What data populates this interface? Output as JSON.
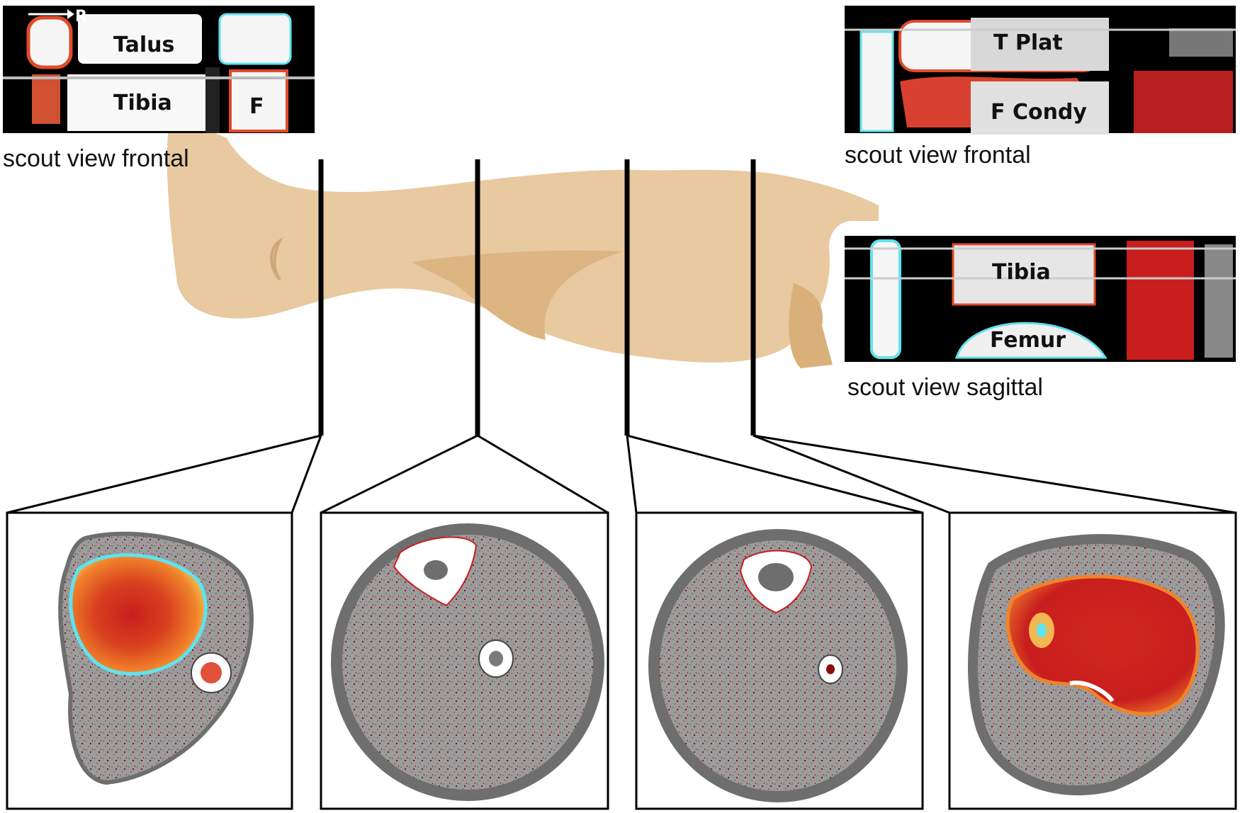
{
  "scout_ankle": {
    "caption": "scout view frontal",
    "orientation": "R",
    "labels": [
      "Talus",
      "Tibia",
      "F"
    ]
  },
  "scout_knee_frontal": {
    "caption": "scout view frontal",
    "labels": [
      "T Plat",
      "F Condy"
    ]
  },
  "scout_knee_sagittal": {
    "caption": "scout view sagittal",
    "labels": [
      "Tibia",
      "Femur"
    ]
  },
  "colors": {
    "leg": "#e8c9a0",
    "leg_shadow": "#dcb583",
    "soft_tissue": "#9b9b9b",
    "soft_tissue_dark": "#6e6e6e",
    "bone_high": "#ffffff",
    "bone_red": "#c81e1e",
    "bone_orange": "#f0822a",
    "bone_yellow": "#f8d25a",
    "bone_cyan": "#5fe3ee",
    "scan_bg": "#000000"
  }
}
